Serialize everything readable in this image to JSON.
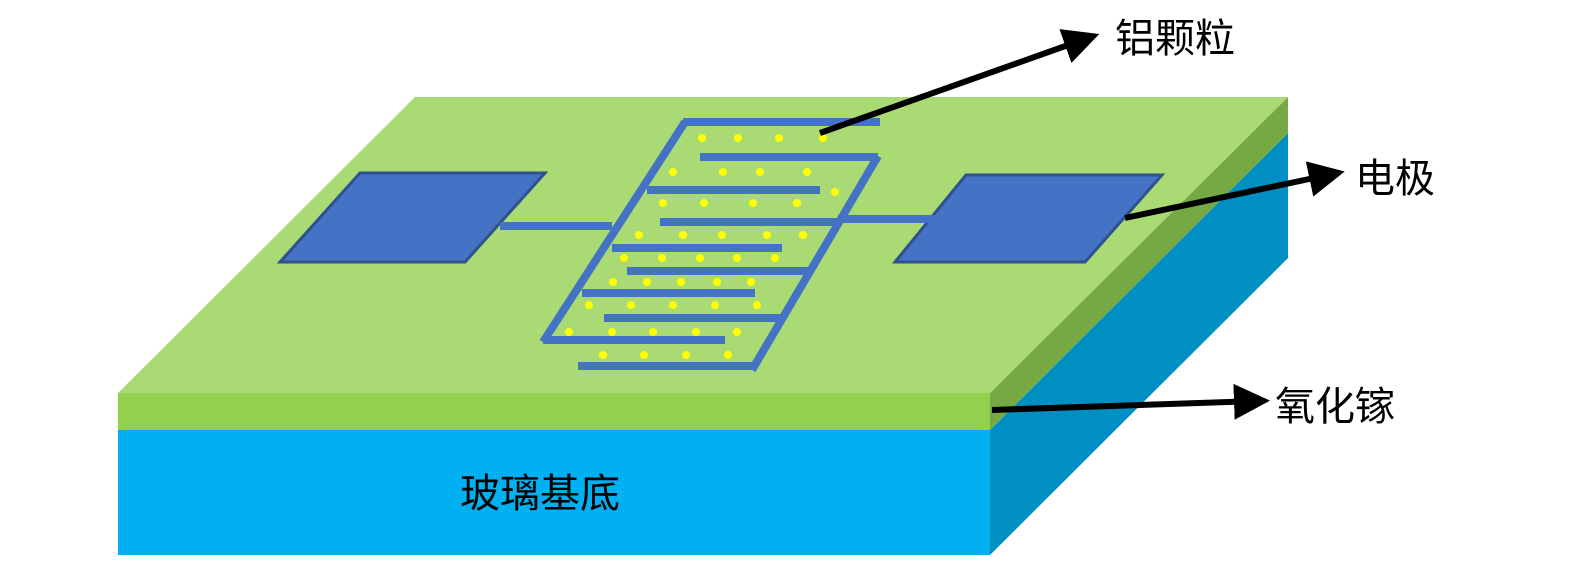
{
  "labels": {
    "aluminum_particles": "铝颗粒",
    "electrode": "电极",
    "gallium_oxide": "氧化镓",
    "glass_substrate": "玻璃基底"
  },
  "colors": {
    "top_face": "#a9da74",
    "oxide_front": "#92d050",
    "oxide_side": "#76a843",
    "glass_front": "#00b0f0",
    "glass_side": "#008fc2",
    "electrode": "#4472c4",
    "particles": "#ffff00"
  }
}
